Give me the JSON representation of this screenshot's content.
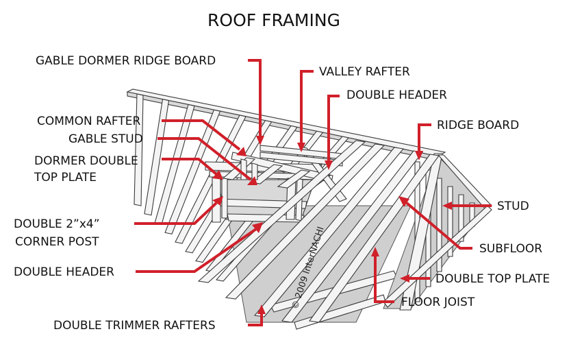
{
  "title": "ROOF FRAMING",
  "labels": {
    "gable_dormer_ridge_board": "GABLE DORMER RIDGE BOARD",
    "valley_rafter": "VALLEY RAFTER",
    "double_header_top": "DOUBLE HEADER",
    "common_rafter": "COMMON RAFTER",
    "gable_stud": "GABLE STUD",
    "dormer_double_line1": "DORMER DOUBLE",
    "dormer_double_line2": "TOP PLATE",
    "ridge_board": "RIDGE BOARD",
    "stud": "STUD",
    "double_2x4_line1": "DOUBLE 2”x4”",
    "double_2x4_line2": "CORNER POST",
    "subfloor": "SUBFLOOR",
    "double_header_left": "DOUBLE HEADER",
    "double_top_plate": "DOUBLE TOP PLATE",
    "floor_joist": "FLOOR JOIST",
    "double_trimmer_rafters": "DOUBLE TRIMMER RAFTERS"
  },
  "copyright": "© 2009 InterNACHI",
  "colors": {
    "leader": "#d0202a",
    "text": "#111111",
    "lumber": "#f4f4f4",
    "outline": "#3a3a3a"
  }
}
